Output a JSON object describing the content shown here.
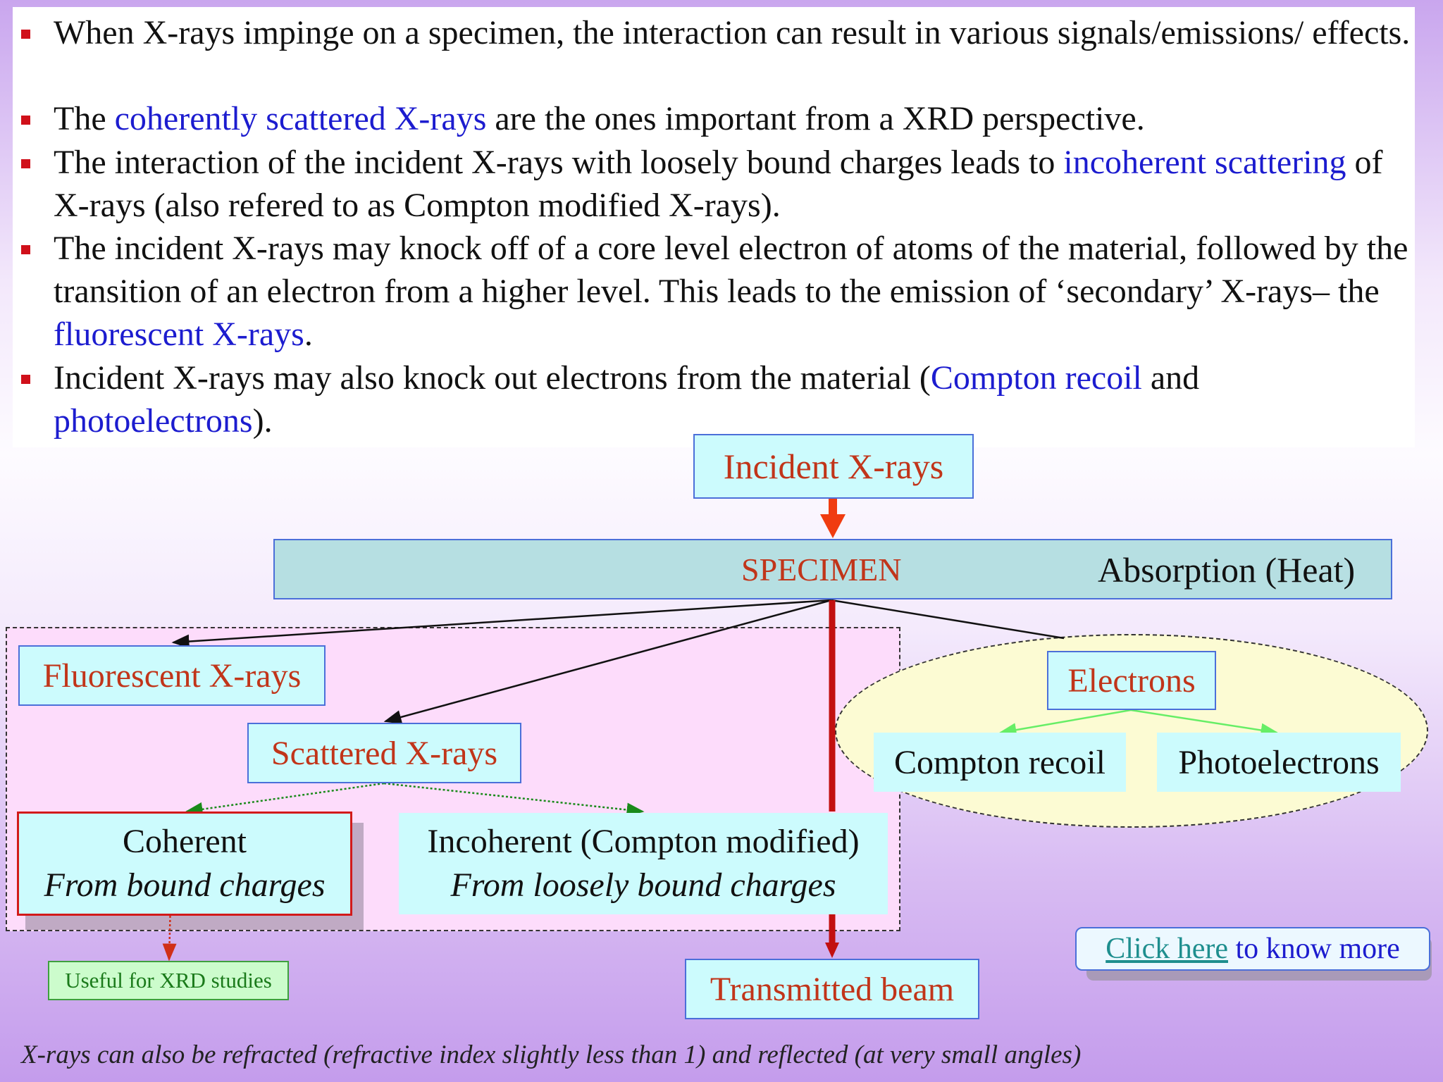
{
  "bullets": [
    [
      {
        "t": "When X-rays impinge on a specimen, the interaction can result in various signals/emissions/ effects."
      }
    ],
    [
      {
        "t": "The "
      },
      {
        "t": "coherently scattered X-rays",
        "c": "blue"
      },
      {
        "t": " are the ones important from a XRD perspective."
      }
    ],
    [
      {
        "t": "The interaction of the incident X-rays with loosely bound charges leads to "
      },
      {
        "t": "incoherent scattering",
        "c": "blue"
      },
      {
        "t": " of X-rays (also refered to as Compton modified X-rays)."
      }
    ],
    [
      {
        "t": "The incident X-rays may knock off of a core level electron of atoms of the material, followed by the transition of an electron from a higher level. This leads to the emission of ‘secondary’ X-rays– the "
      },
      {
        "t": "fluorescent X-rays",
        "c": "blue"
      },
      {
        "t": "."
      }
    ],
    [
      {
        "t": "Incident X-rays may also knock out electrons from the material ("
      },
      {
        "t": "Compton recoil",
        "c": "blue"
      },
      {
        "t": " and "
      },
      {
        "t": "photoelectrons",
        "c": "blue"
      },
      {
        "t": ")."
      }
    ]
  ],
  "diagram": {
    "incident": "Incident X-rays",
    "specimen": "SPECIMEN",
    "absorption": "Absorption (Heat)",
    "fluorescent": "Fluorescent X-rays",
    "scattered": "Scattered X-rays",
    "coherent_title": "Coherent",
    "coherent_sub": "From bound charges",
    "incoherent_title": "Incoherent (Compton modified)",
    "incoherent_sub": "From loosely bound charges",
    "useful": "Useful for XRD studies",
    "electrons": "Electrons",
    "compton_recoil": "Compton recoil",
    "photoelectrons": "Photoelectrons",
    "transmitted": "Transmitted beam"
  },
  "link": {
    "link_text": "Click here",
    "rest_text": " to know more"
  },
  "footer_note": "X-rays can also be refracted (refractive index slightly less than 1) and reflected (at very small angles)",
  "colors": {
    "box_fill": "#ccfbfd",
    "label_red": "#c1351a",
    "link_blue": "#1c1ccf",
    "bullet_red": "#d0101a"
  }
}
